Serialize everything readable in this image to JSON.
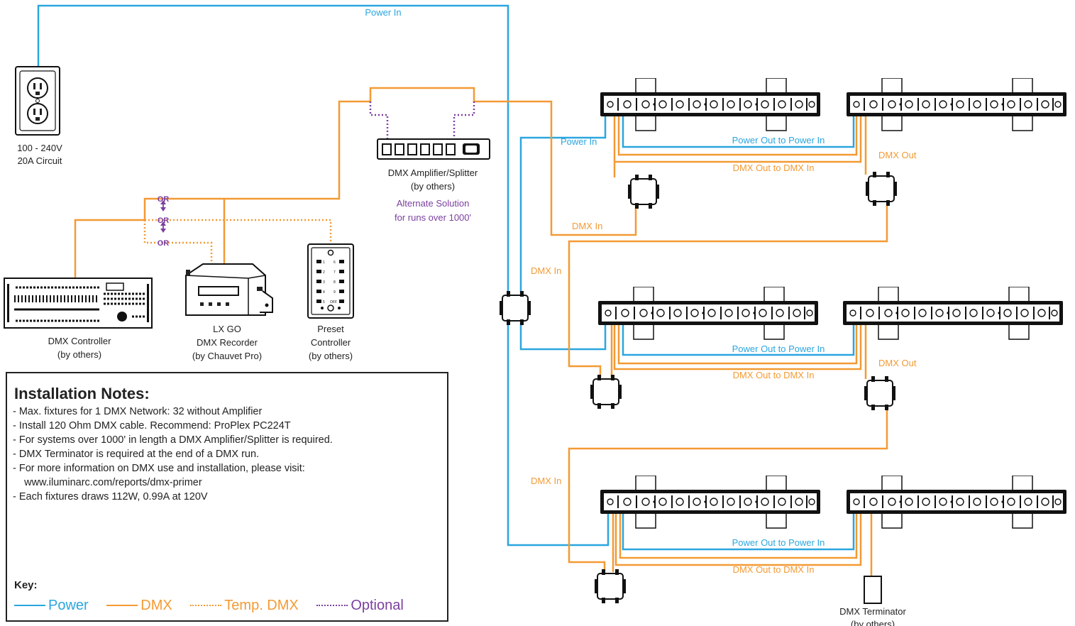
{
  "labels": {
    "power_in_top": "Power In",
    "outlet": [
      "100 - 240V",
      "20A Circuit"
    ],
    "amplifier": [
      "DMX Amplifier/Splitter",
      "(by others)"
    ],
    "alternate": [
      "Alternate Solution",
      "for runs over 1000'"
    ],
    "or": "OR",
    "controller": [
      "DMX Controller",
      "(by others)"
    ],
    "recorder": [
      "LX GO",
      "DMX Recorder",
      "(by Chauvet Pro)"
    ],
    "preset": [
      "Preset",
      "Controller",
      "(by others)"
    ],
    "power_in_row1": "Power In",
    "dmx_in": "DMX In",
    "dmx_out": "DMX Out",
    "power_out_to_power_in": "Power Out to Power In",
    "dmx_out_to_dmx_in": "DMX Out to DMX In",
    "terminator": [
      "DMX Terminator",
      "(by others)"
    ],
    "preset_buttons": [
      "1",
      "2",
      "3",
      "4",
      "5",
      "6",
      "7",
      "8",
      "9",
      "OFF"
    ]
  },
  "notes": {
    "title": "Installation Notes:",
    "items": [
      "- Max. fixtures for 1 DMX Network: 32 without Amplifier",
      "- Install 120 Ohm DMX cable. Recommend: ProPlex PC224T",
      "- For systems over 1000' in length a DMX Amplifier/Splitter is required.",
      "- DMX Terminator is required at the end of a DMX run.",
      "- For more information on DMX use and installation, please visit:",
      "    www.iluminarc.com/reports/dmx-primer",
      "- Each fixtures draws 112W, 0.99A at 120V"
    ],
    "key_title": "Key:",
    "key": [
      {
        "label": "Power",
        "color": "#2aa6df",
        "style": "solid"
      },
      {
        "label": "DMX",
        "color": "#f39a34",
        "style": "solid"
      },
      {
        "label": "Temp. DMX",
        "color": "#f39a34",
        "style": "dotted"
      },
      {
        "label": "Optional",
        "color": "#7b3fa0",
        "style": "dotted"
      }
    ]
  },
  "colors": {
    "power": "#2aa6df",
    "dmx": "#f39a34",
    "optional": "#7b3fa0",
    "outline": "#111111"
  }
}
